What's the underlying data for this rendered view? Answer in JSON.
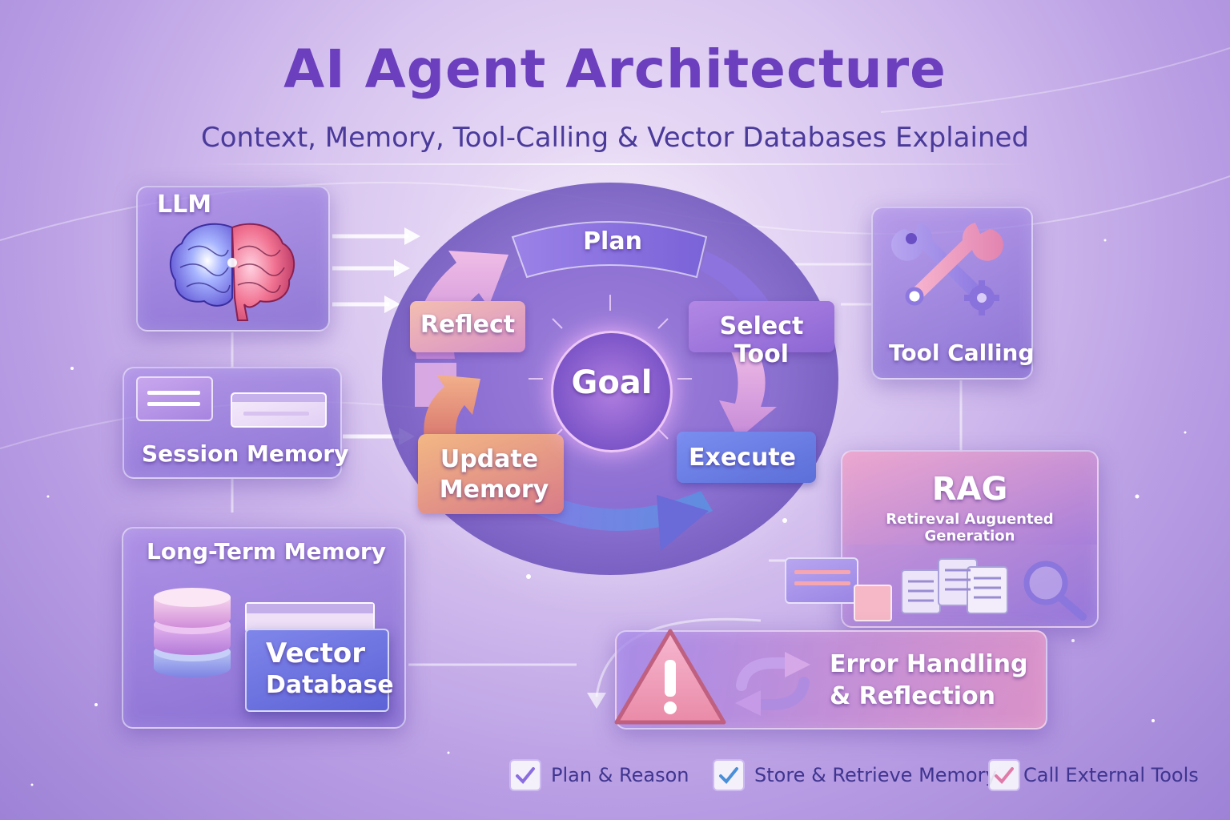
{
  "header": {
    "title": "AI Agent Architecture",
    "subtitle": "Context, Memory, Tool-Calling & Vector Databases Explained"
  },
  "llm": {
    "label": "LLM"
  },
  "session_memory": {
    "label": "Session Memory"
  },
  "long_term_memory": {
    "label": "Long-Term Memory",
    "vector_db_line1": "Vector",
    "vector_db_line2": "Database"
  },
  "cycle": {
    "center": "Goal",
    "steps": {
      "plan": "Plan",
      "select_tool": "Select Tool",
      "execute": "Execute",
      "update_memory_line1": "Update",
      "update_memory_line2": "Memory",
      "reflect": "Reflect"
    }
  },
  "tool_calling": {
    "label": "Tool Calling"
  },
  "rag": {
    "label": "RAG",
    "full": "Retireval Auguented Generation"
  },
  "error_handling": {
    "line1": "Error Handling",
    "line2": "& Reflection"
  },
  "legend": [
    {
      "label": "Plan & Reason",
      "check_color": "#8a6ee0"
    },
    {
      "label": "Store & Retrieve Memory",
      "check_color": "#4a8fd8"
    },
    {
      "label": "Call External Tools",
      "check_color": "#e07aa8"
    }
  ],
  "colors": {
    "title": "#6b3fbd",
    "subtitle": "#4a3a9a",
    "panel": "#8d6fd8",
    "accent_pink": "#e8a0c8",
    "accent_orange": "#f0a070"
  }
}
